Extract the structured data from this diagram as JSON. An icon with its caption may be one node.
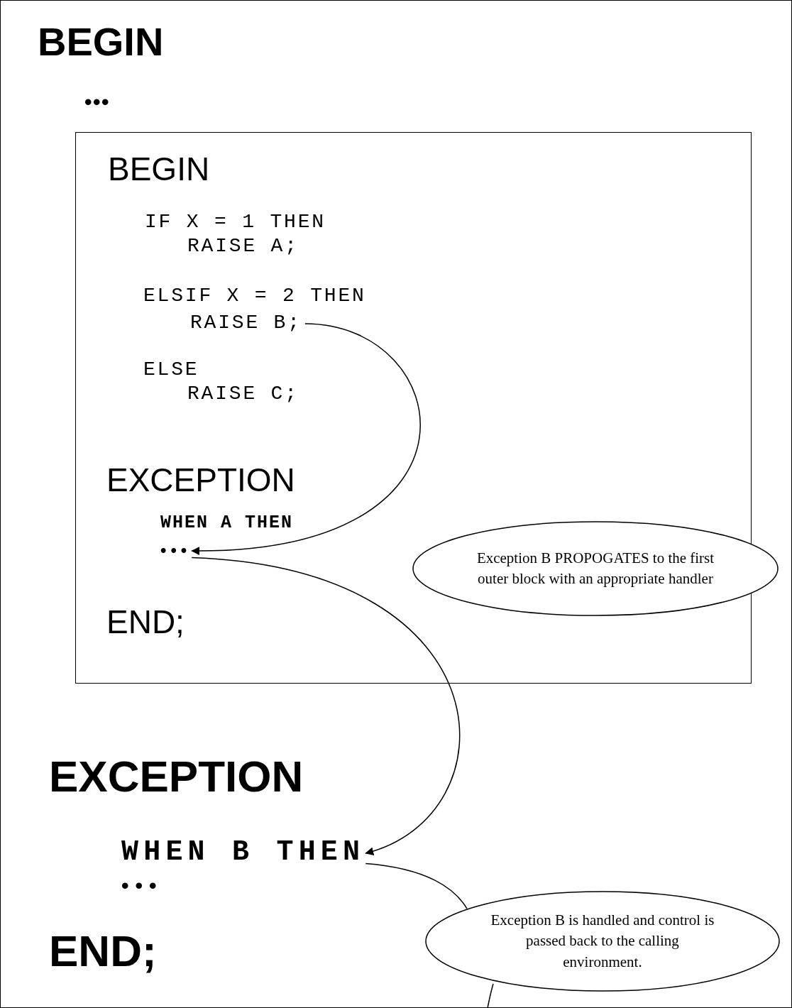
{
  "diagram": {
    "nodes": [
      {
        "text": [
          "BEGIN",
          "•••",
          "EXCEPTION",
          "•••",
          "END;"
        ]
      },
      {
        "text": [
          "BEGIN",
          "IF X = 1 THEN",
          "RAISE A;",
          "ELSIF X = 2 THEN",
          "ELSE",
          "RAISE C;",
          "EXCEPTION",
          "WHEN A THEN",
          "END;"
        ],
        "in": 0
      },
      {
        "text": [
          "RAISE B;"
        ],
        "in": 1
      },
      {
        "text": [
          "•••"
        ],
        "in": 1
      },
      {
        "text": [
          "WHEN B THEN"
        ],
        "in": 0
      },
      {
        "text": [
          "Exception B PROPOGATES to the first outer block with an appropriate handler"
        ],
        "in": 0
      },
      {
        "text": [
          "Exception B is handled and control is passed back to the calling environment."
        ],
        "in": 0
      }
    ],
    "edges": [
      {
        "from": 2,
        "to": 3,
        "arrow": "to"
      },
      {
        "from": 3,
        "to": 4,
        "arrow": "to"
      },
      {
        "from": 4,
        "to": 6,
        "arrow": "none"
      },
      {
        "from": 6,
        "to": null,
        "arrow": "none"
      }
    ]
  }
}
